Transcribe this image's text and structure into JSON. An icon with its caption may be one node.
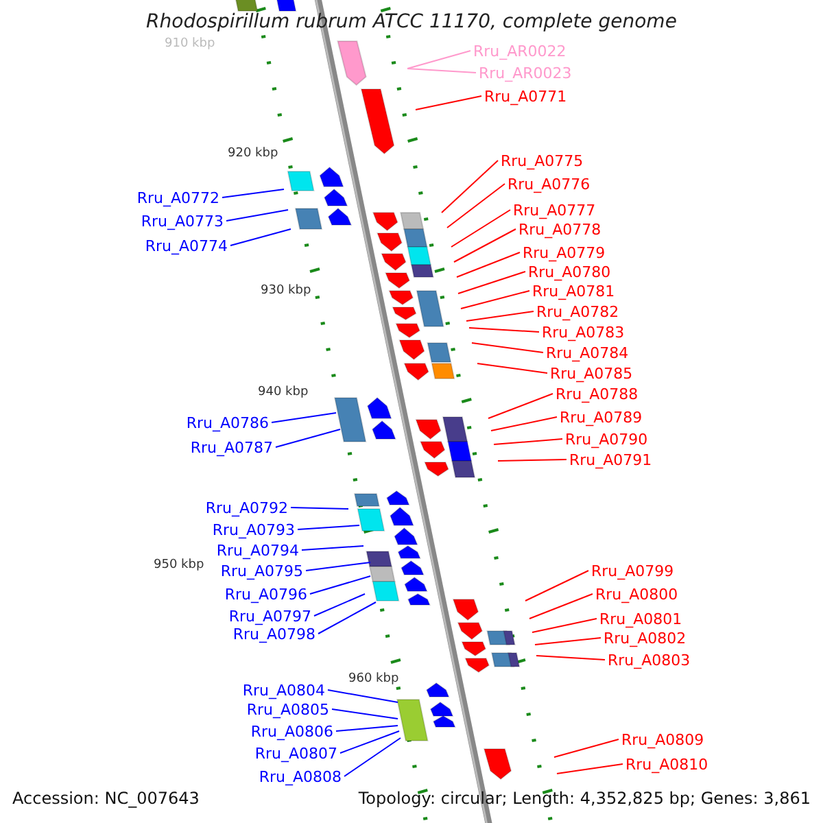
{
  "diagram": {
    "title": "Rhodospirillum rubrum ATCC 11170, complete genome",
    "nodes": [
      {
        "text": [
          "Rru_AR0022"
        ]
      },
      {
        "text": [
          "Rru_AR0023"
        ]
      },
      {
        "text": [
          "Rru_A0771"
        ]
      },
      {
        "text": [
          "Rru_A0772"
        ]
      },
      {
        "text": [
          "Rru_A0773"
        ]
      },
      {
        "text": [
          "Rru_A0774"
        ]
      },
      {
        "text": [
          "Rru_A0775"
        ]
      },
      {
        "text": [
          "Rru_A0776"
        ]
      },
      {
        "text": [
          "Rru_A0777"
        ]
      },
      {
        "text": [
          "Rru_A0778"
        ]
      },
      {
        "text": [
          "Rru_A0779"
        ]
      },
      {
        "text": [
          "Rru_A0780"
        ]
      },
      {
        "text": [
          "Rru_A0781"
        ]
      },
      {
        "text": [
          "Rru_A0782"
        ]
      },
      {
        "text": [
          "Rru_A0783"
        ]
      },
      {
        "text": [
          "Rru_A0784"
        ]
      },
      {
        "text": [
          "Rru_A0785"
        ]
      },
      {
        "text": [
          "Rru_A0786"
        ]
      },
      {
        "text": [
          "Rru_A0787"
        ]
      },
      {
        "text": [
          "Rru_A0788"
        ]
      },
      {
        "text": [
          "Rru_A0789"
        ]
      },
      {
        "text": [
          "Rru_A0790"
        ]
      },
      {
        "text": [
          "Rru_A0791"
        ]
      },
      {
        "text": [
          "Rru_A0792"
        ]
      },
      {
        "text": [
          "Rru_A0793"
        ]
      },
      {
        "text": [
          "Rru_A0794"
        ]
      },
      {
        "text": [
          "Rru_A0795"
        ]
      },
      {
        "text": [
          "Rru_A0796"
        ]
      },
      {
        "text": [
          "Rru_A0797"
        ]
      },
      {
        "text": [
          "Rru_A0798"
        ]
      },
      {
        "text": [
          "Rru_A0799"
        ]
      },
      {
        "text": [
          "Rru_A0800"
        ]
      },
      {
        "text": [
          "Rru_A0801"
        ]
      },
      {
        "text": [
          "Rru_A0802"
        ]
      },
      {
        "text": [
          "Rru_A0803"
        ]
      },
      {
        "text": [
          "Rru_A0804"
        ]
      },
      {
        "text": [
          "Rru_A0805"
        ]
      },
      {
        "text": [
          "Rru_A0806"
        ]
      },
      {
        "text": [
          "Rru_A0807"
        ]
      },
      {
        "text": [
          "Rru_A0808"
        ]
      },
      {
        "text": [
          "Rru_A0809"
        ]
      },
      {
        "text": [
          "Rru_A0810"
        ]
      }
    ],
    "edges": [
      {
        "from": 0,
        "to": null,
        "arrow": "none",
        "color": "#ff99cc"
      },
      {
        "from": 1,
        "to": null,
        "arrow": "none",
        "color": "#ff99cc"
      },
      {
        "from": 2,
        "to": null,
        "arrow": "none"
      },
      {
        "from": 3,
        "to": null,
        "arrow": "none",
        "color": "#0000ff"
      },
      {
        "from": 4,
        "to": null,
        "arrow": "none",
        "color": "#0000ff"
      },
      {
        "from": 5,
        "to": null,
        "arrow": "none",
        "color": "#0000ff"
      },
      {
        "from": 6,
        "to": null,
        "arrow": "none"
      },
      {
        "from": 7,
        "to": null,
        "arrow": "none"
      },
      {
        "from": 8,
        "to": null,
        "arrow": "none"
      },
      {
        "from": 9,
        "to": null,
        "arrow": "none"
      },
      {
        "from": 10,
        "to": null,
        "arrow": "none"
      },
      {
        "from": 11,
        "to": null,
        "arrow": "none"
      },
      {
        "from": 12,
        "to": null,
        "arrow": "none"
      },
      {
        "from": 13,
        "to": null,
        "arrow": "none"
      },
      {
        "from": 14,
        "to": null,
        "arrow": "none"
      },
      {
        "from": 15,
        "to": null,
        "arrow": "none"
      },
      {
        "from": 16,
        "to": null,
        "arrow": "none"
      },
      {
        "from": 17,
        "to": null,
        "arrow": "none",
        "color": "#0000ff"
      },
      {
        "from": 18,
        "to": null,
        "arrow": "none",
        "color": "#0000ff"
      },
      {
        "from": 19,
        "to": null,
        "arrow": "none"
      },
      {
        "from": 20,
        "to": null,
        "arrow": "none"
      },
      {
        "from": 21,
        "to": null,
        "arrow": "none"
      },
      {
        "from": 22,
        "to": null,
        "arrow": "none"
      },
      {
        "from": 23,
        "to": null,
        "arrow": "none",
        "color": "#0000ff"
      },
      {
        "from": 24,
        "to": null,
        "arrow": "none",
        "color": "#0000ff"
      },
      {
        "from": 25,
        "to": null,
        "arrow": "none",
        "color": "#0000ff"
      },
      {
        "from": 26,
        "to": null,
        "arrow": "none",
        "color": "#0000ff"
      },
      {
        "from": 27,
        "to": null,
        "arrow": "none",
        "color": "#0000ff"
      },
      {
        "from": 28,
        "to": null,
        "arrow": "none",
        "color": "#0000ff"
      },
      {
        "from": 29,
        "to": null,
        "arrow": "none",
        "color": "#0000ff"
      },
      {
        "from": 30,
        "to": null,
        "arrow": "none"
      },
      {
        "from": 31,
        "to": null,
        "arrow": "none"
      },
      {
        "from": 32,
        "to": null,
        "arrow": "none"
      },
      {
        "from": 33,
        "to": null,
        "arrow": "none"
      },
      {
        "from": 34,
        "to": null,
        "arrow": "none"
      },
      {
        "from": 35,
        "to": null,
        "arrow": "none",
        "color": "#0000ff"
      },
      {
        "from": 36,
        "to": null,
        "arrow": "none",
        "color": "#0000ff"
      },
      {
        "from": 37,
        "to": null,
        "arrow": "none",
        "color": "#0000ff"
      },
      {
        "from": 38,
        "to": null,
        "arrow": "none",
        "color": "#0000ff"
      },
      {
        "from": 39,
        "to": null,
        "arrow": "none",
        "color": "#0000ff"
      },
      {
        "from": 40,
        "to": null,
        "arrow": "none"
      },
      {
        "from": 41,
        "to": null,
        "arrow": "none"
      }
    ],
    "labels": [
      "910 kbp",
      "920 kbp",
      "930 kbp",
      "940 kbp",
      "950 kbp",
      "960 kbp",
      "Accession: NC_007643",
      "Topology: circular; Length: 4,352,825 bp; Genes: 3,861"
    ]
  }
}
